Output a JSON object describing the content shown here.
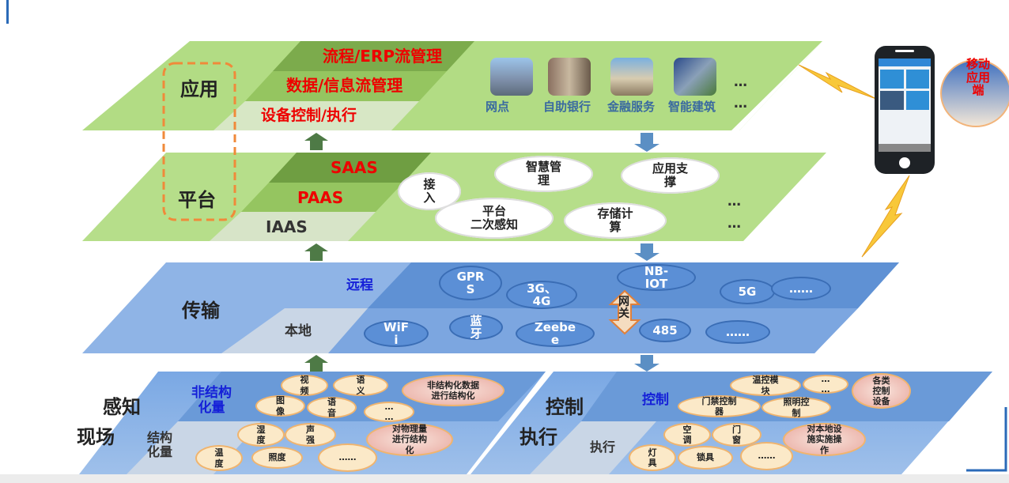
{
  "app": {
    "label": "应用",
    "tiers": [
      "流程/ERP流管理",
      "数据/信息流管理",
      "设备控制/执行"
    ],
    "icons": [
      {
        "name": "bank-branch",
        "label": "网点"
      },
      {
        "name": "self-service-bank",
        "label": "自助银行"
      },
      {
        "name": "financial-services",
        "label": "金融服务"
      },
      {
        "name": "smart-building",
        "label": "智能建筑"
      }
    ],
    "more": [
      "…",
      "…"
    ]
  },
  "platform": {
    "label": "平台",
    "tiers": [
      "SAAS",
      "PAAS",
      "IAAS"
    ],
    "clouds": [
      "接\n入",
      "智慧管\n理",
      "应用支\n撑",
      "平台\n二次感知",
      "存储计\n算"
    ],
    "more": [
      "…",
      "…"
    ]
  },
  "transport": {
    "label": "传输",
    "remote": "远程",
    "local": "本地",
    "remote_clouds": [
      "GPR\nS",
      "3G、\n4G",
      "NB-\nIOT",
      "5G",
      "……"
    ],
    "local_clouds": [
      "WiF\ni",
      "蓝\n牙",
      "Zeebe\ne",
      "485",
      "……"
    ],
    "gateway": "网\n关"
  },
  "perception": {
    "label1": "感知",
    "label2": "现场",
    "unstructured": "非结构\n化量",
    "structured": "结构\n化量",
    "unstructured_items": [
      "视\n频",
      "语\n义",
      "图\n像",
      "语\n音",
      "…\n…"
    ],
    "unstructured_note": "非结构化数据\n进行结构化",
    "structured_items": [
      "湿\n度",
      "声\n强",
      "温\n度",
      "照度",
      "……"
    ],
    "structured_note": "对物理量\n进行结构\n化"
  },
  "control": {
    "label1": "控制",
    "label2": "执行",
    "control": "控制",
    "execute": "执行",
    "control_items": [
      "温控模\n块",
      "…\n…",
      "门禁控制\n器",
      "照明控\n制"
    ],
    "control_note": "各类\n控制\n设备",
    "execute_items": [
      "空\n调",
      "门\n窗",
      "灯\n具",
      "锁具",
      "……"
    ],
    "execute_note": "对本地设\n施实施操\n作"
  },
  "mobile": {
    "label": "移动\n应用\n端"
  }
}
